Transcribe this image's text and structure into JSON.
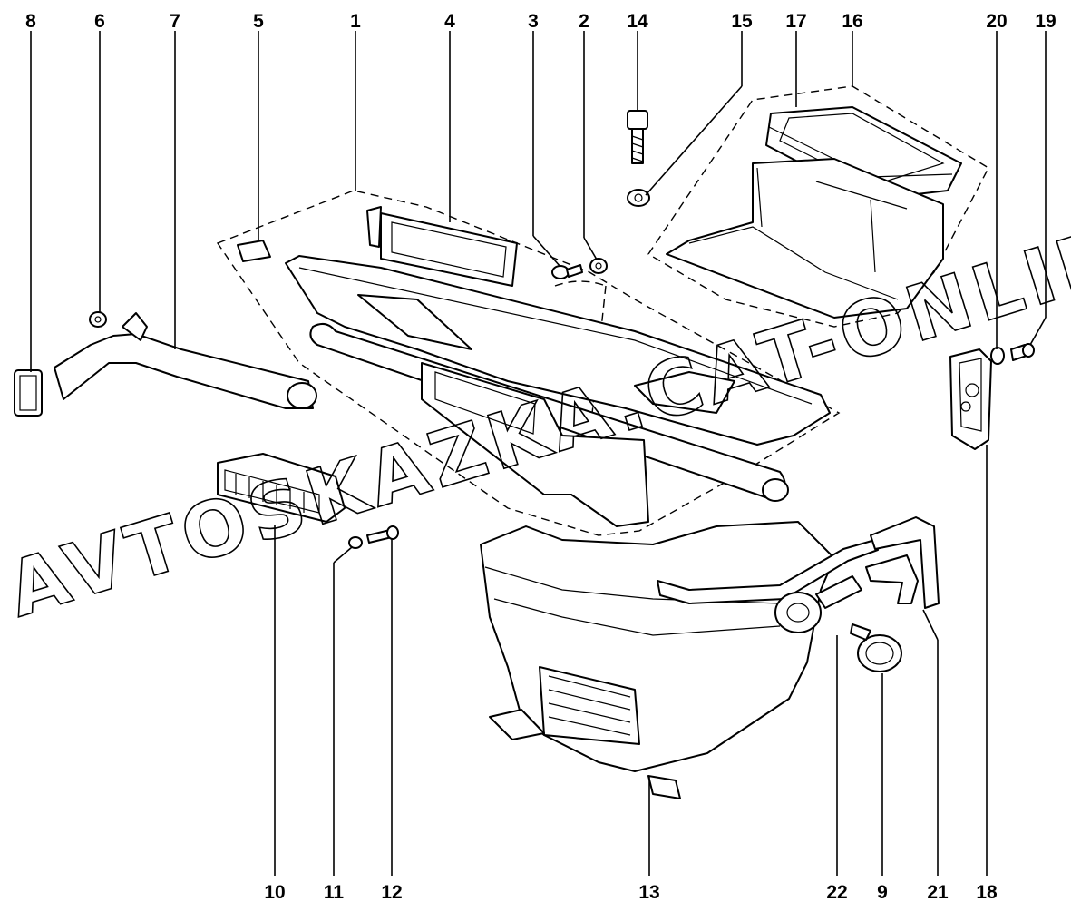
{
  "watermark": "AVTOSKAZKA.CAT-ONLINE",
  "callouts": [
    {
      "id": "8",
      "label": "8"
    },
    {
      "id": "6",
      "label": "6"
    },
    {
      "id": "7",
      "label": "7"
    },
    {
      "id": "5",
      "label": "5"
    },
    {
      "id": "1",
      "label": "1"
    },
    {
      "id": "4",
      "label": "4"
    },
    {
      "id": "3",
      "label": "3"
    },
    {
      "id": "2",
      "label": "2"
    },
    {
      "id": "14",
      "label": "14"
    },
    {
      "id": "15",
      "label": "15"
    },
    {
      "id": "17",
      "label": "17"
    },
    {
      "id": "16",
      "label": "16"
    },
    {
      "id": "20",
      "label": "20"
    },
    {
      "id": "19",
      "label": "19"
    },
    {
      "id": "10",
      "label": "10"
    },
    {
      "id": "11",
      "label": "11"
    },
    {
      "id": "12",
      "label": "12"
    },
    {
      "id": "13",
      "label": "13"
    },
    {
      "id": "22",
      "label": "22"
    },
    {
      "id": "9",
      "label": "9"
    },
    {
      "id": "21",
      "label": "21"
    },
    {
      "id": "18",
      "label": "18"
    }
  ]
}
